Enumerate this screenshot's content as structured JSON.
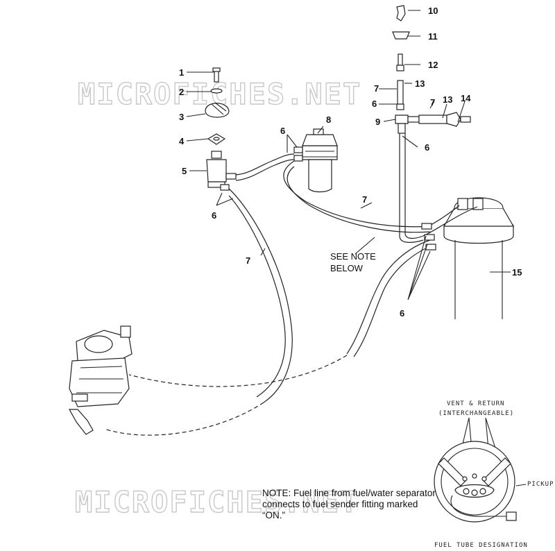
{
  "watermark": "MICROFICHES.NET",
  "callouts": [
    "1",
    "2",
    "3",
    "4",
    "5",
    "6",
    "6",
    "7",
    "8",
    "6",
    "7",
    "7",
    "6",
    "13",
    "9",
    "6",
    "10",
    "11",
    "12",
    "7",
    "13",
    "14",
    "15",
    "6"
  ],
  "see_note": [
    "SEE NOTE",
    "BELOW"
  ],
  "note": "NOTE:  Fuel line from fuel/water separator connects to fuel sender fitting marked “ON.”",
  "inset": {
    "title_line1": "VENT & RETURN",
    "title_line2": "(INTERCHANGEABLE)",
    "pickup": "PICKUP",
    "caption": "FUEL TUBE DESIGNATION"
  }
}
